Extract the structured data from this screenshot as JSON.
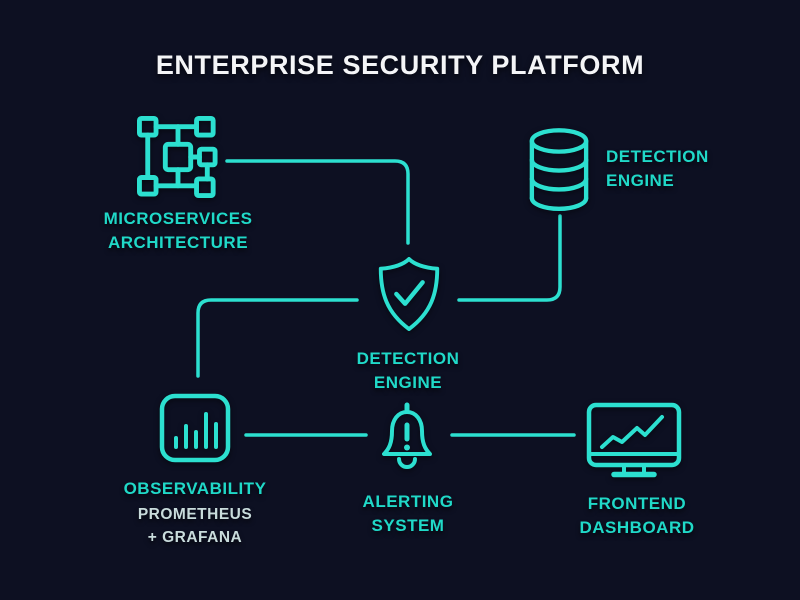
{
  "title": "ENTERPRISE SECURITY PLATFORM",
  "nodes": {
    "microservices": {
      "icon": "network-nodes-icon",
      "label_line1": "MICROSERVICES",
      "label_line2": "ARCHITECTURE"
    },
    "database": {
      "icon": "database-icon",
      "label_line1": "DETECTION",
      "label_line2": "ENGINE"
    },
    "detection_engine": {
      "icon": "shield-check-icon",
      "label_line1": "DETECTION",
      "label_line2": "ENGINE"
    },
    "observability": {
      "icon": "bar-chart-icon",
      "label_line1": "OBSERVABILITY",
      "sub_line1": "PROMETHEUS",
      "sub_line2": "+ GRAFANA"
    },
    "alerting": {
      "icon": "bell-alert-icon",
      "label_line1": "ALERTING",
      "label_line2": "SYSTEM"
    },
    "frontend": {
      "icon": "monitor-chart-icon",
      "label_line1": "FRONTEND",
      "label_line2": "DASHBOARD"
    }
  },
  "edges": [
    {
      "from": "microservices",
      "to": "detection_engine"
    },
    {
      "from": "database",
      "to": "detection_engine"
    },
    {
      "from": "detection_engine",
      "to": "observability"
    },
    {
      "from": "observability",
      "to": "alerting"
    },
    {
      "from": "alerting",
      "to": "frontend"
    }
  ],
  "theme": {
    "background": "#0d1022",
    "accent": "#2ce0d0",
    "text_accent": "#20d9c8",
    "title_color": "#f4f5f7",
    "subtext_color": "#c9dcdc"
  }
}
